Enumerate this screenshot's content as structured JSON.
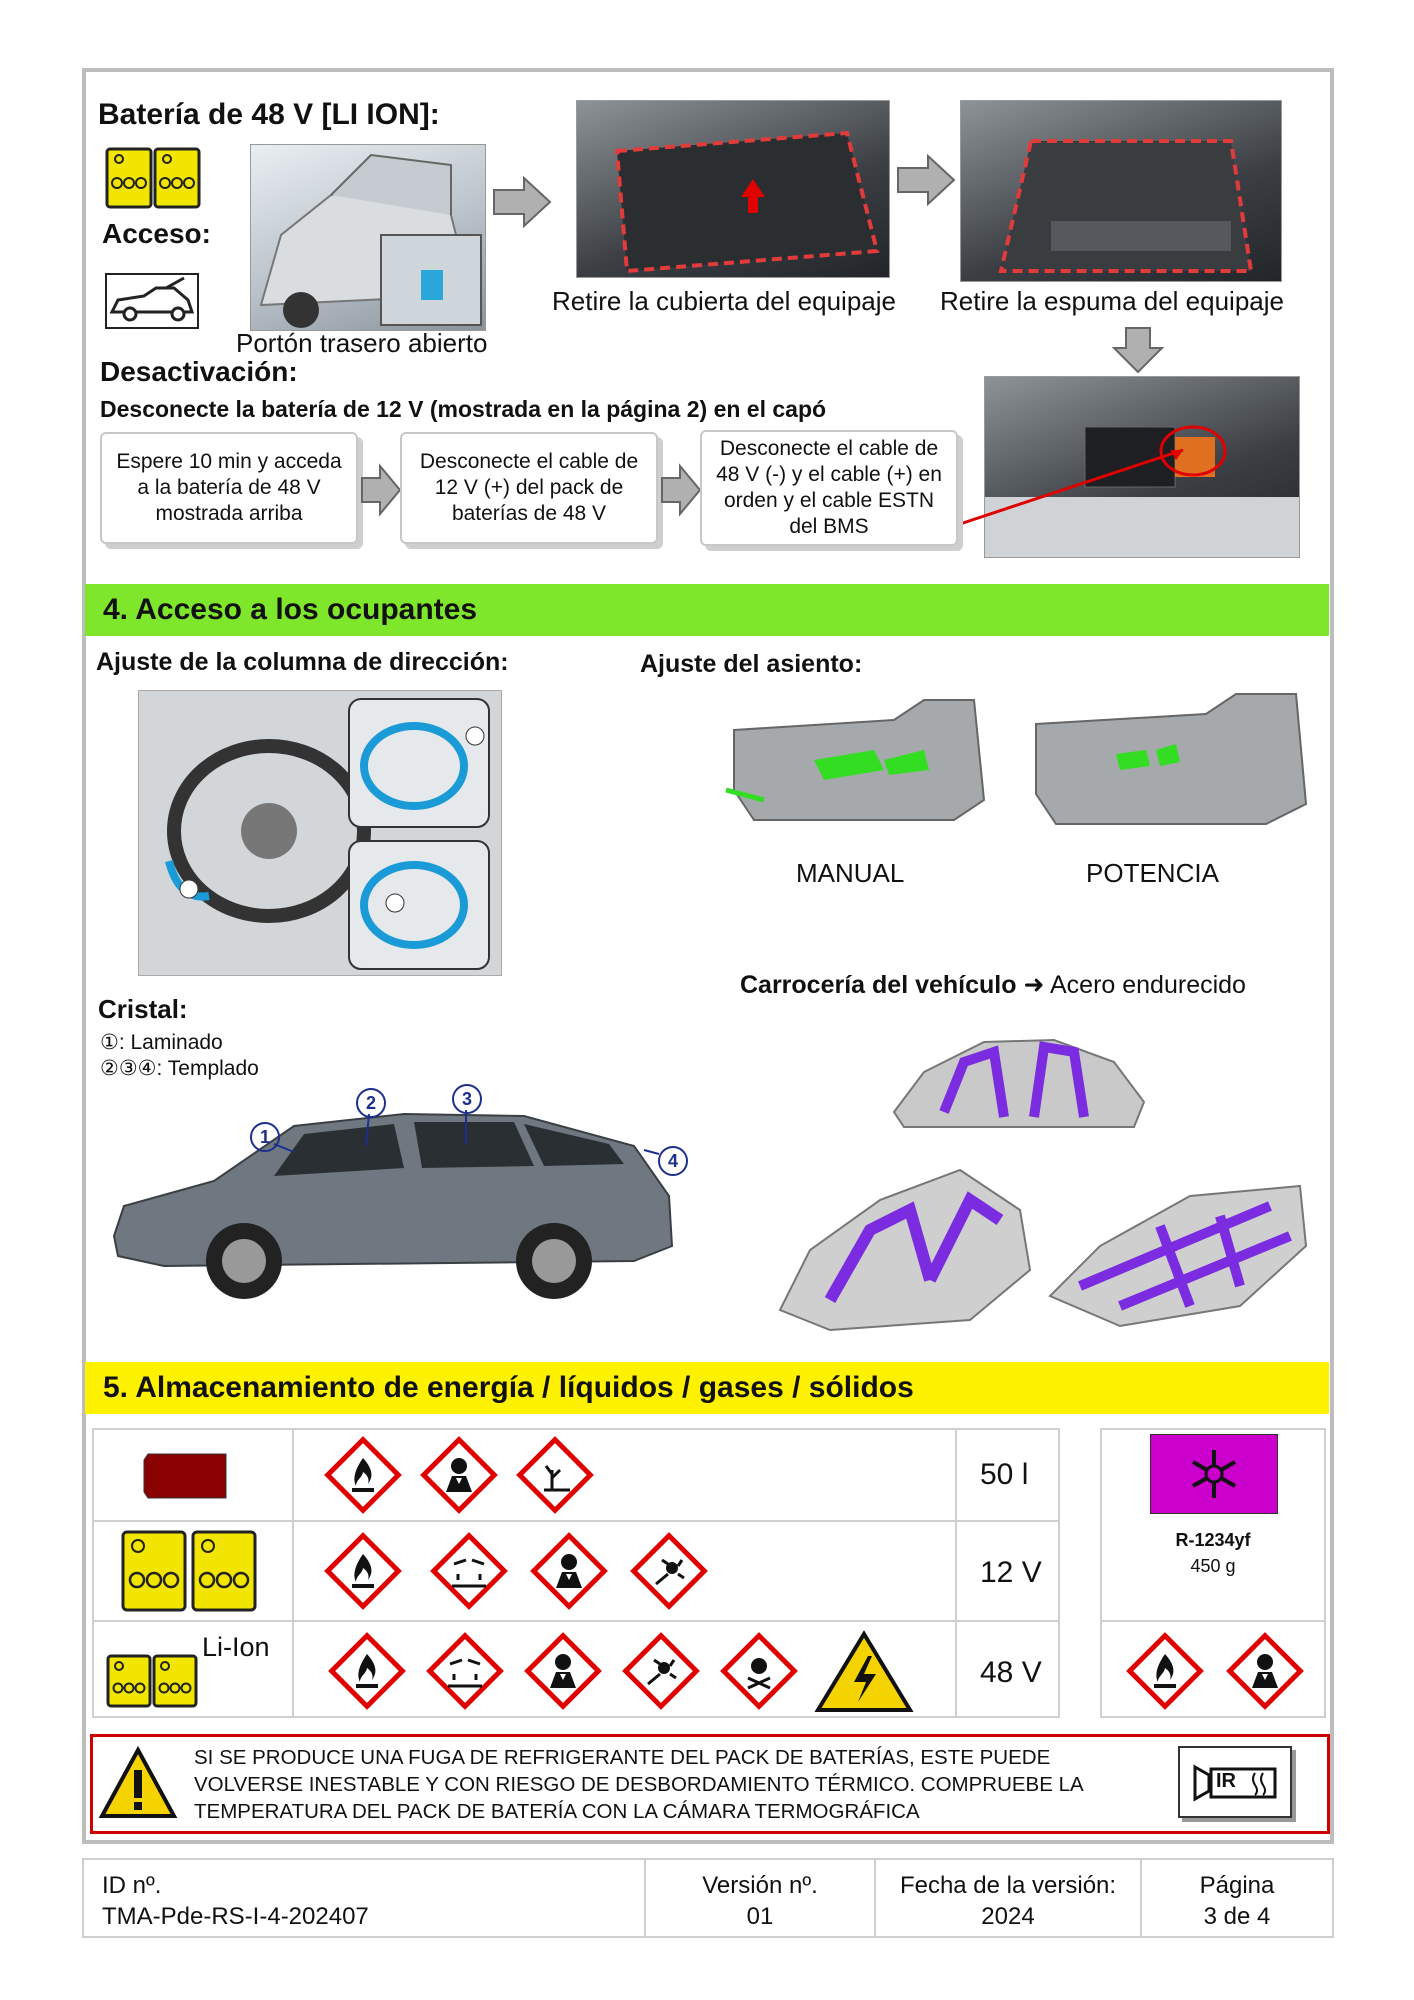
{
  "battery": {
    "title": "Batería de 48 V [LI ION]:",
    "access_label": "Acceso:",
    "captions": {
      "tailgate": "Portón trasero abierto",
      "cover": "Retire la cubierta del equipaje",
      "foam": "Retire la espuma del equipaje"
    },
    "deactivation_title": "Desactivación:",
    "deactivation_sub": "Desconecte la batería de 12 V (mostrada en la página 2) en el capó",
    "steps": [
      "Espere 10 min y acceda a la batería de 48 V mostrada arriba",
      "Desconecte el cable de 12 V (+) del pack de baterías de 48 V",
      "Desconecte el cable de 48 V (-) y el cable (+) en orden y el cable ESTN del BMS"
    ]
  },
  "section4": {
    "title": "4. Acceso a los ocupantes",
    "color": "#7ee62b",
    "steering_title": "Ajuste de la columna de dirección:",
    "seat_title": "Ajuste del asiento:",
    "seat_manual": "MANUAL",
    "seat_power": "POTENCIA",
    "glass_title": "Cristal:",
    "glass_laminated": "①: Laminado",
    "glass_tempered": "②③④: Templado",
    "body_label": "Carrocería del vehículo",
    "body_value": "Acero endurecido",
    "callouts": [
      "1",
      "2",
      "3",
      "4"
    ]
  },
  "section5": {
    "title": "5. Almacenamiento de energía / líquidos / gases / sólidos",
    "color": "#fff200",
    "rows": [
      {
        "value": "50 l"
      },
      {
        "value": "12 V"
      },
      {
        "value": "48 V",
        "tag": "Li-Ion"
      }
    ],
    "refrigerant": {
      "name": "R-1234yf",
      "amount": "450 g"
    },
    "warning": "SI SE PRODUCE UNA FUGA DE REFRIGERANTE DEL PACK DE BATERÍAS, ESTE PUEDE VOLVERSE INESTABLE Y CON RIESGO DE DESBORDAMIENTO TÉRMICO. COMPRUEBE LA TEMPERATURA DEL PACK DE BATERÍA CON LA CÁMARA TERMOGRÁFICA",
    "ir_label": "IR"
  },
  "footer": {
    "id_label": "ID nº.",
    "id_value": "TMA-Pde-RS-I-4-202407",
    "version_label": "Versión nº.",
    "version_value": "01",
    "date_label": "Fecha de la versión:",
    "date_value": "2024",
    "page_label": "Página",
    "page_value": "3 de 4"
  },
  "colors": {
    "purple": "#7b2be0",
    "green_part": "#33dd22",
    "ghs_red": "#e00000",
    "fuel": "#8b0000",
    "refrigerant": "#cc00cc"
  }
}
